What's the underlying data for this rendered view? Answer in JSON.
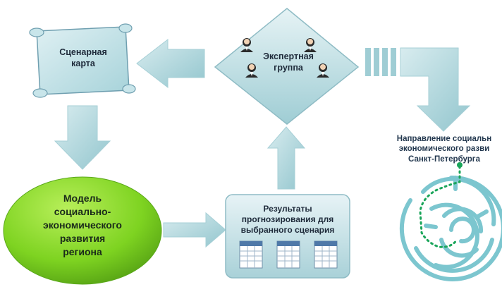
{
  "scenario_map": {
    "label": "Сценарная\nкарта"
  },
  "expert_group": {
    "label": "Экспертная\nгруппа"
  },
  "model": {
    "label": "Модель\nсоциально-\nэкономического\nразвития\nрегиона"
  },
  "results": {
    "label": "Результаты\nпрогнозирования для\nвыбранного сценария"
  },
  "direction": {
    "label": "Направление социальн\nэкономического разви\nСанкт-Петербурга"
  },
  "icons": [
    "person-icon",
    "scroll-icon",
    "table-icon",
    "labyrinth-icon"
  ],
  "colors": {
    "teal_light": "#cfe6ea",
    "teal_mid": "#9fcdd4",
    "teal_dark": "#6fb2bd",
    "green_model": "#7ed321",
    "green_dark": "#4f9a12",
    "maze": "#7cc6cf",
    "maze_path": "#1aa55a"
  }
}
